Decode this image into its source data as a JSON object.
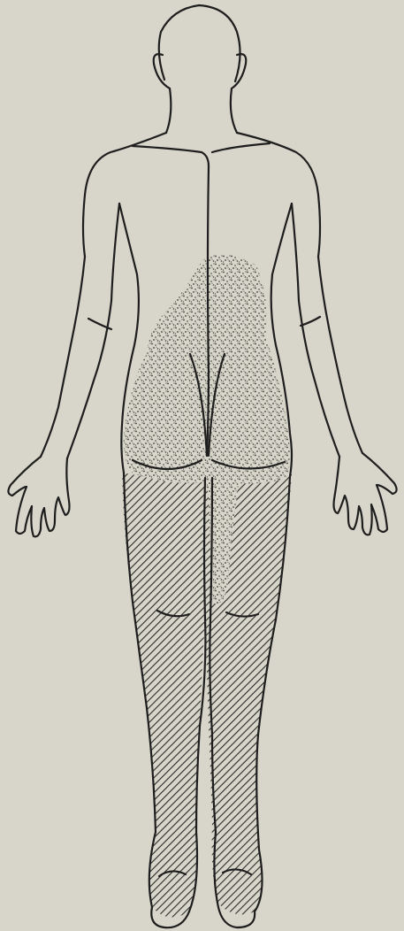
{
  "figure": {
    "subject": "human-body-back-view",
    "colors": {
      "paper": "#d8d6ca",
      "ink": "#1e1e1e",
      "stipple": "#3a3a34",
      "hatch": "#2a2a28"
    },
    "regions": [
      {
        "id": "stippled-sensory-area",
        "pattern": "stipple"
      },
      {
        "id": "hatched-sensory-area",
        "pattern": "diagonal-hatch"
      }
    ]
  }
}
